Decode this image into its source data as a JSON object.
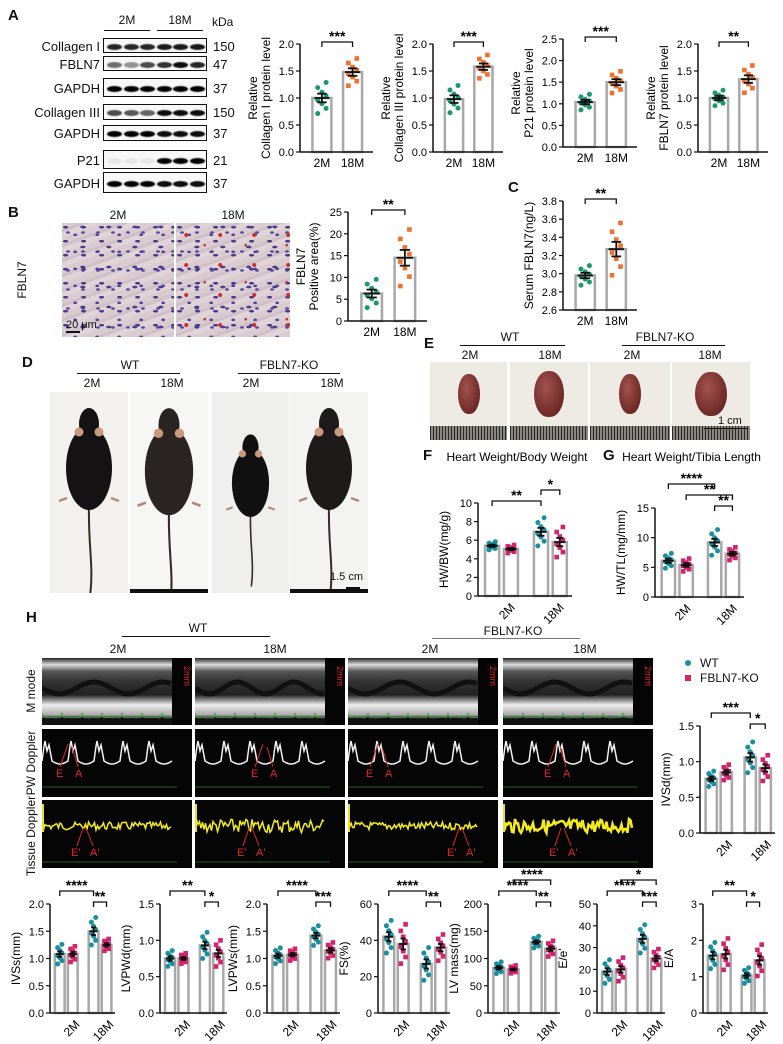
{
  "panel_labels": {
    "a": "A",
    "b": "B",
    "c": "C",
    "d": "D",
    "e": "E",
    "f": "F",
    "g": "G",
    "h": "H"
  },
  "blot": {
    "groups": [
      "2M",
      "18M"
    ],
    "unit": "kDa",
    "rows": [
      {
        "label": "Collagen I",
        "kda": "150"
      },
      {
        "label": "FBLN7",
        "kda": "47"
      },
      {
        "label": "GAPDH",
        "kda": "37"
      },
      {
        "label": "Collagen III",
        "kda": "150"
      },
      {
        "label": "GAPDH",
        "kda": "37"
      },
      {
        "label": "P21",
        "kda": "21"
      },
      {
        "label": "GAPDH",
        "kda": "37"
      }
    ]
  },
  "histology": {
    "groups": [
      "2M",
      "18M"
    ],
    "row_label": "FBLN7",
    "scale": "20 μm"
  },
  "mice": {
    "genotypes": [
      "WT",
      "FBLN7-KO"
    ],
    "ages": [
      "2M",
      "18M"
    ],
    "scale": "1.5 cm"
  },
  "hearts": {
    "genotypes": [
      "WT",
      "FBLN7-KO"
    ],
    "ages": [
      "2M",
      "18M"
    ],
    "scale": "1 cm"
  },
  "echo": {
    "genotypes": [
      "WT",
      "FBLN7-KO"
    ],
    "ages": [
      "2M",
      "18M"
    ],
    "rows": [
      "M mode",
      "PW Doppler",
      "Tissue Doppler"
    ],
    "depth_label": "2mm",
    "markers": {
      "e": "E",
      "a": "A",
      "e_prime": "E'",
      "a_prime": "A'"
    }
  },
  "legend": [
    {
      "label": "WT",
      "color": "#1b8f9e",
      "shape": "circle"
    },
    {
      "label": "FBLN7-KO",
      "color": "#d2236b",
      "shape": "square"
    }
  ],
  "chart_data": [
    {
      "type": "bar",
      "ylabel": [
        "Relative",
        "Collagen I protein level"
      ],
      "categories": [
        "2M",
        "18M"
      ],
      "ylim": [
        0,
        2
      ],
      "yticks": [
        "0.0",
        "0.5",
        "1.0",
        "1.5",
        "2.0"
      ],
      "colors": [
        "#1a9a6c",
        "#f07030"
      ],
      "series": [
        {
          "values": [
            1.0,
            1.48
          ],
          "sem": [
            0.08,
            0.07
          ]
        }
      ],
      "significance": [
        {
          "from": [
            0,
            0
          ],
          "to": [
            1,
            0
          ],
          "label": "***"
        }
      ]
    },
    {
      "type": "bar",
      "ylabel": [
        "Relative",
        "Collagen III protein level"
      ],
      "categories": [
        "2M",
        "18M"
      ],
      "ylim": [
        0,
        2
      ],
      "yticks": [
        "0.0",
        "0.5",
        "1.0",
        "1.5",
        "2.0"
      ],
      "colors": [
        "#1a9a6c",
        "#f07030"
      ],
      "series": [
        {
          "values": [
            0.98,
            1.58
          ],
          "sem": [
            0.07,
            0.06
          ]
        }
      ],
      "significance": [
        {
          "from": [
            0,
            0
          ],
          "to": [
            1,
            0
          ],
          "label": "***"
        }
      ]
    },
    {
      "type": "bar",
      "ylabel": [
        "Relative",
        "P21 protein level"
      ],
      "categories": [
        "2M",
        "18M"
      ],
      "ylim": [
        0,
        2.5
      ],
      "yticks": [
        "0.0",
        "0.5",
        "1.0",
        "1.5",
        "2.0",
        "2.5"
      ],
      "colors": [
        "#1a9a6c",
        "#f07030"
      ],
      "series": [
        {
          "values": [
            1.04,
            1.5
          ],
          "sem": [
            0.05,
            0.07
          ]
        }
      ],
      "significance": [
        {
          "from": [
            0,
            0
          ],
          "to": [
            1,
            0
          ],
          "label": "***"
        }
      ]
    },
    {
      "type": "bar",
      "ylabel": [
        "Relative",
        "FBLN7 protein level"
      ],
      "categories": [
        "2M",
        "18M"
      ],
      "ylim": [
        0,
        2
      ],
      "yticks": [
        "0.0",
        "0.5",
        "1.0",
        "1.5",
        "2.0"
      ],
      "colors": [
        "#1a9a6c",
        "#f07030"
      ],
      "series": [
        {
          "values": [
            1.0,
            1.35
          ],
          "sem": [
            0.04,
            0.07
          ]
        }
      ],
      "significance": [
        {
          "from": [
            0,
            0
          ],
          "to": [
            1,
            0
          ],
          "label": "**"
        }
      ]
    },
    {
      "type": "bar",
      "ylabel": [
        "FBLN7",
        "Positive area(%)"
      ],
      "categories": [
        "2M",
        "18M"
      ],
      "ylim": [
        0,
        25
      ],
      "yticks": [
        "0",
        "5",
        "10",
        "15",
        "20",
        "25"
      ],
      "colors": [
        "#1a9a6c",
        "#f07030"
      ],
      "series": [
        {
          "values": [
            6.3,
            14.5
          ],
          "sem": [
            0.9,
            1.8
          ]
        }
      ],
      "significance": [
        {
          "from": [
            0,
            0
          ],
          "to": [
            1,
            0
          ],
          "label": "**"
        }
      ]
    },
    {
      "type": "bar",
      "ylabel": [
        "Serum FBLN7(ng/L)"
      ],
      "categories": [
        "2M",
        "18M"
      ],
      "ylim": [
        2.6,
        3.8
      ],
      "yticks": [
        "2.6",
        "2.8",
        "3.0",
        "3.2",
        "3.4",
        "3.6",
        "3.8"
      ],
      "colors": [
        "#1a9a6c",
        "#f07030"
      ],
      "series": [
        {
          "values": [
            2.98,
            3.27
          ],
          "sem": [
            0.03,
            0.08
          ]
        }
      ],
      "significance": [
        {
          "from": [
            0,
            0
          ],
          "to": [
            1,
            0
          ],
          "label": "**"
        }
      ]
    },
    {
      "type": "bar",
      "title": "Heart Weight/Body Weight",
      "ylabel": [
        "HW/BW(mg/g)"
      ],
      "categories": [
        "2M",
        "18M"
      ],
      "ylim": [
        0,
        10
      ],
      "yticks": [
        "0",
        "2",
        "4",
        "6",
        "8",
        "10"
      ],
      "colors": [
        "#1b8f9e",
        "#d2236b"
      ],
      "series": [
        {
          "name": "WT",
          "values": [
            5.4,
            6.9
          ],
          "sem": [
            0.12,
            0.42
          ]
        },
        {
          "name": "FBLN7-KO",
          "values": [
            5.05,
            5.8
          ],
          "sem": [
            0.12,
            0.45
          ]
        }
      ],
      "significance": [
        {
          "from": [
            0,
            0
          ],
          "to": [
            1,
            0
          ],
          "label": "**"
        },
        {
          "from": [
            1,
            0
          ],
          "to": [
            1,
            1
          ],
          "label": "*"
        }
      ]
    },
    {
      "type": "bar",
      "title": "Heart Weight/Tibia Length",
      "ylabel": [
        "HW/TL(mg/mm)"
      ],
      "categories": [
        "2M",
        "18M"
      ],
      "ylim": [
        0,
        15
      ],
      "yticks": [
        "0",
        "5",
        "10",
        "15"
      ],
      "colors": [
        "#1b8f9e",
        "#d2236b"
      ],
      "series": [
        {
          "name": "WT",
          "values": [
            6.1,
            9.2
          ],
          "sem": [
            0.35,
            0.6
          ]
        },
        {
          "name": "FBLN7-KO",
          "values": [
            5.4,
            7.3
          ],
          "sem": [
            0.3,
            0.3
          ]
        }
      ],
      "significance": [
        {
          "from": [
            1,
            0
          ],
          "to": [
            1,
            1
          ],
          "label": "**"
        },
        {
          "from": [
            0,
            1
          ],
          "to": [
            1,
            1
          ],
          "label": "**"
        },
        {
          "from": [
            0,
            0
          ],
          "to": [
            1,
            0
          ],
          "label": "****"
        }
      ]
    },
    {
      "type": "bar",
      "ylabel": [
        "IVSd(mm)"
      ],
      "categories": [
        "2M",
        "18M"
      ],
      "ylim": [
        0,
        1.5
      ],
      "yticks": [
        "0.0",
        "0.5",
        "1.0",
        "1.5"
      ],
      "colors": [
        "#1b8f9e",
        "#d2236b"
      ],
      "series": [
        {
          "name": "WT",
          "values": [
            0.76,
            1.06
          ],
          "sem": [
            0.03,
            0.06
          ]
        },
        {
          "name": "FBLN7-KO",
          "values": [
            0.85,
            0.91
          ],
          "sem": [
            0.03,
            0.05
          ]
        }
      ],
      "significance": [
        {
          "from": [
            1,
            0
          ],
          "to": [
            1,
            1
          ],
          "label": "*"
        },
        {
          "from": [
            0,
            0
          ],
          "to": [
            1,
            0
          ],
          "label": "***"
        }
      ]
    },
    {
      "type": "bar",
      "ylabel": [
        "IVSs(mm)"
      ],
      "categories": [
        "2M",
        "18M"
      ],
      "ylim": [
        0,
        2
      ],
      "yticks": [
        "0.0",
        "0.5",
        "1.0",
        "1.5",
        "2.0"
      ],
      "colors": [
        "#1b8f9e",
        "#d2236b"
      ],
      "series": [
        {
          "name": "WT",
          "values": [
            1.08,
            1.5
          ],
          "sem": [
            0.05,
            0.07
          ]
        },
        {
          "name": "FBLN7-KO",
          "values": [
            1.08,
            1.25
          ],
          "sem": [
            0.04,
            0.03
          ]
        }
      ],
      "significance": [
        {
          "from": [
            1,
            0
          ],
          "to": [
            1,
            1
          ],
          "label": "**"
        },
        {
          "from": [
            0,
            0
          ],
          "to": [
            1,
            0
          ],
          "label": "****"
        }
      ]
    },
    {
      "type": "bar",
      "ylabel": [
        "LVPWd(mm)"
      ],
      "categories": [
        "2M",
        "18M"
      ],
      "ylim": [
        0,
        1.5
      ],
      "yticks": [
        "0.0",
        "0.5",
        "1.0",
        "1.5"
      ],
      "colors": [
        "#1b8f9e",
        "#d2236b"
      ],
      "series": [
        {
          "name": "WT",
          "values": [
            0.75,
            0.93
          ],
          "sem": [
            0.03,
            0.05
          ]
        },
        {
          "name": "FBLN7-KO",
          "values": [
            0.75,
            0.82
          ],
          "sem": [
            0.02,
            0.05
          ]
        }
      ],
      "significance": [
        {
          "from": [
            1,
            0
          ],
          "to": [
            1,
            1
          ],
          "label": "*"
        },
        {
          "from": [
            0,
            0
          ],
          "to": [
            1,
            0
          ],
          "label": "**"
        }
      ]
    },
    {
      "type": "bar",
      "ylabel": [
        "LVPWs(mm)"
      ],
      "categories": [
        "2M",
        "18M"
      ],
      "ylim": [
        0,
        2
      ],
      "yticks": [
        "0.0",
        "0.5",
        "1.0",
        "1.5",
        "2.0"
      ],
      "colors": [
        "#1b8f9e",
        "#d2236b"
      ],
      "series": [
        {
          "name": "WT",
          "values": [
            1.05,
            1.42
          ],
          "sem": [
            0.04,
            0.05
          ]
        },
        {
          "name": "FBLN7-KO",
          "values": [
            1.07,
            1.15
          ],
          "sem": [
            0.03,
            0.04
          ]
        }
      ],
      "significance": [
        {
          "from": [
            1,
            0
          ],
          "to": [
            1,
            1
          ],
          "label": "***"
        },
        {
          "from": [
            0,
            0
          ],
          "to": [
            1,
            0
          ],
          "label": "****"
        }
      ]
    },
    {
      "type": "bar",
      "ylabel": [
        "FS(%)"
      ],
      "categories": [
        "2M",
        "18M"
      ],
      "ylim": [
        0,
        60
      ],
      "yticks": [
        "0",
        "20",
        "40",
        "60"
      ],
      "colors": [
        "#1b8f9e",
        "#d2236b"
      ],
      "series": [
        {
          "name": "WT",
          "values": [
            42,
            27
          ],
          "sem": [
            2.5,
            2.5
          ]
        },
        {
          "name": "FBLN7-KO",
          "values": [
            38,
            36
          ],
          "sem": [
            3,
            2
          ]
        }
      ],
      "significance": [
        {
          "from": [
            1,
            0
          ],
          "to": [
            1,
            1
          ],
          "label": "**"
        },
        {
          "from": [
            0,
            0
          ],
          "to": [
            1,
            0
          ],
          "label": "****"
        }
      ]
    },
    {
      "type": "bar",
      "ylabel": [
        "LV mass(mg)"
      ],
      "categories": [
        "2M",
        "18M"
      ],
      "ylim": [
        0,
        200
      ],
      "yticks": [
        "0",
        "50",
        "100",
        "150",
        "200"
      ],
      "colors": [
        "#1b8f9e",
        "#d2236b"
      ],
      "series": [
        {
          "name": "WT",
          "values": [
            83,
            130
          ],
          "sem": [
            3,
            3
          ]
        },
        {
          "name": "FBLN7-KO",
          "values": [
            80,
            118
          ],
          "sem": [
            2,
            4
          ]
        }
      ],
      "significance": [
        {
          "from": [
            1,
            0
          ],
          "to": [
            1,
            1
          ],
          "label": "**"
        },
        {
          "from": [
            0,
            0
          ],
          "to": [
            1,
            0
          ],
          "label": "****"
        },
        {
          "from": [
            0,
            1
          ],
          "to": [
            1,
            1
          ],
          "label": "****"
        }
      ]
    },
    {
      "type": "bar",
      "ylabel": [
        "E/e'"
      ],
      "categories": [
        "2M",
        "18M"
      ],
      "ylim": [
        0,
        50
      ],
      "yticks": [
        "0",
        "10",
        "20",
        "30",
        "40",
        "50"
      ],
      "colors": [
        "#1b8f9e",
        "#d2236b"
      ],
      "series": [
        {
          "name": "WT",
          "values": [
            19,
            34
          ],
          "sem": [
            1.5,
            1.8
          ]
        },
        {
          "name": "FBLN7-KO",
          "values": [
            20,
            25
          ],
          "sem": [
            1.5,
            1.2
          ]
        }
      ],
      "significance": [
        {
          "from": [
            1,
            0
          ],
          "to": [
            1,
            1
          ],
          "label": "***"
        },
        {
          "from": [
            0,
            0
          ],
          "to": [
            1,
            0
          ],
          "label": "****"
        },
        {
          "from": [
            0,
            1
          ],
          "to": [
            1,
            1
          ],
          "label": "*"
        }
      ]
    },
    {
      "type": "bar",
      "ylabel": [
        "E/A"
      ],
      "categories": [
        "2M",
        "18M"
      ],
      "ylim": [
        0,
        3
      ],
      "yticks": [
        "0",
        "1",
        "2",
        "3"
      ],
      "colors": [
        "#1b8f9e",
        "#d2236b"
      ],
      "series": [
        {
          "name": "WT",
          "values": [
            1.58,
            1.03
          ],
          "sem": [
            0.1,
            0.06
          ]
        },
        {
          "name": "FBLN7-KO",
          "values": [
            1.62,
            1.45
          ],
          "sem": [
            0.12,
            0.12
          ]
        }
      ],
      "significance": [
        {
          "from": [
            1,
            0
          ],
          "to": [
            1,
            1
          ],
          "label": "*"
        },
        {
          "from": [
            0,
            0
          ],
          "to": [
            1,
            0
          ],
          "label": "**"
        }
      ]
    }
  ]
}
